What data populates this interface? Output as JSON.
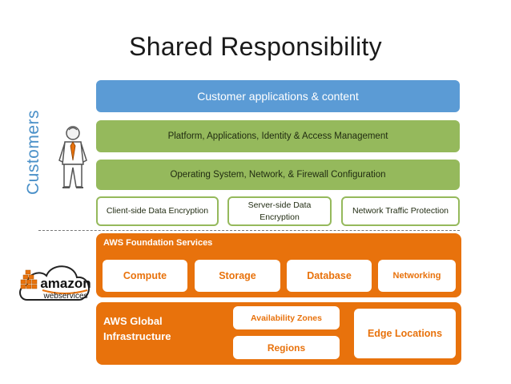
{
  "title": "Shared Responsibility",
  "side_label": "Customers",
  "customer_layers": {
    "applications": "Customer applications & content",
    "platform": "Platform, Applications, Identity & Access Management",
    "os": "Operating System, Network, & Firewall Configuration",
    "client_encryption": "Client-side Data Encryption",
    "server_encryption": "Server-side Data Encryption",
    "network_protection": "Network Traffic Protection"
  },
  "foundation": {
    "label": "AWS Foundation Services",
    "compute": "Compute",
    "storage": "Storage",
    "database": "Database",
    "networking": "Networking"
  },
  "global": {
    "label": "AWS Global Infrastructure",
    "availability_zones": "Availability Zones",
    "regions": "Regions",
    "edge_locations": "Edge Locations"
  },
  "logo": {
    "word1": "amazon",
    "word2": "webservices"
  },
  "colors": {
    "blue": "#5b9bd5",
    "green": "#95b95c",
    "orange": "#e8720c",
    "label_blue": "#4a90c8"
  }
}
